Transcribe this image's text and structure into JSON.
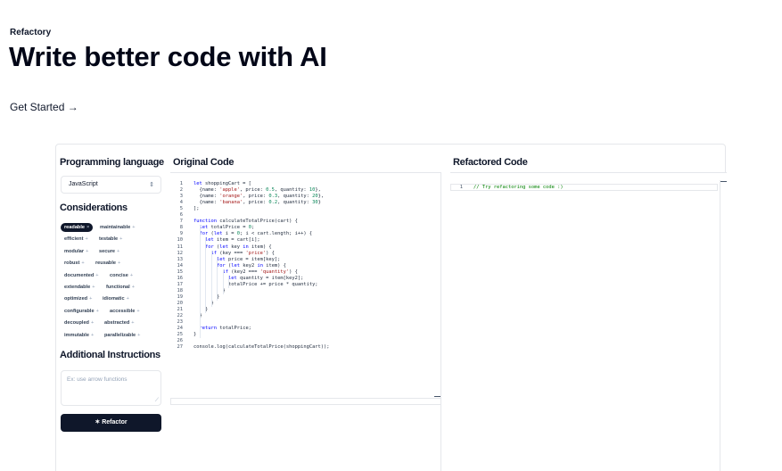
{
  "brand": "Refactory",
  "headline": "Write better code with AI",
  "cta": "Get Started →",
  "sidebar": {
    "language_title": "Programming language",
    "language_value": "JavaScript",
    "considerations_title": "Considerations",
    "tags": [
      {
        "label": "readable",
        "selected": true
      },
      {
        "label": "maintainable",
        "selected": false
      },
      {
        "label": "efficient",
        "selected": false
      },
      {
        "label": "testable",
        "selected": false
      },
      {
        "label": "modular",
        "selected": false
      },
      {
        "label": "secure",
        "selected": false
      },
      {
        "label": "robust",
        "selected": false
      },
      {
        "label": "reusable",
        "selected": false
      },
      {
        "label": "documented",
        "selected": false
      },
      {
        "label": "concise",
        "selected": false
      },
      {
        "label": "extendable",
        "selected": false
      },
      {
        "label": "functional",
        "selected": false
      },
      {
        "label": "optimized",
        "selected": false
      },
      {
        "label": "idiomatic",
        "selected": false
      },
      {
        "label": "configurable",
        "selected": false
      },
      {
        "label": "accessible",
        "selected": false
      },
      {
        "label": "decoupled",
        "selected": false
      },
      {
        "label": "abstracted",
        "selected": false
      },
      {
        "label": "immutable",
        "selected": false
      },
      {
        "label": "parallelizable",
        "selected": false
      }
    ],
    "tag_remove_glyph": "+",
    "tag_selected_glyph": "×",
    "instructions_title": "Additional Instructions",
    "instructions_placeholder": "Ex: use arrow functions",
    "refactor_label": "Refactor",
    "refactor_icon": "magic-wand-icon"
  },
  "original": {
    "title": "Original Code",
    "lines": [
      "let shoppingCart = [",
      "  {name: 'apple', price: 0.5, quantity: 10},",
      "  {name: 'orange', price: 0.3, quantity: 20},",
      "  {name: 'banana', price: 0.2, quantity: 30}",
      "];",
      "",
      "function calculateTotalPrice(cart) {",
      "  let totalPrice = 0;",
      "  for (let i = 0; i < cart.length; i++) {",
      "    let item = cart[i];",
      "    for (let key in item) {",
      "      if (key === 'price') {",
      "        let price = item[key];",
      "        for (let key2 in item) {",
      "          if (key2 === 'quantity') {",
      "            let quantity = item[key2];",
      "            totalPrice += price * quantity;",
      "          }",
      "        }",
      "      }",
      "    }",
      "  }",
      "",
      "  return totalPrice;",
      "}",
      "",
      "console.log(calculateTotalPrice(shoppingCart));"
    ]
  },
  "refactored": {
    "title": "Refactored Code",
    "lines": [
      "// Try refactoring some code :)"
    ]
  }
}
